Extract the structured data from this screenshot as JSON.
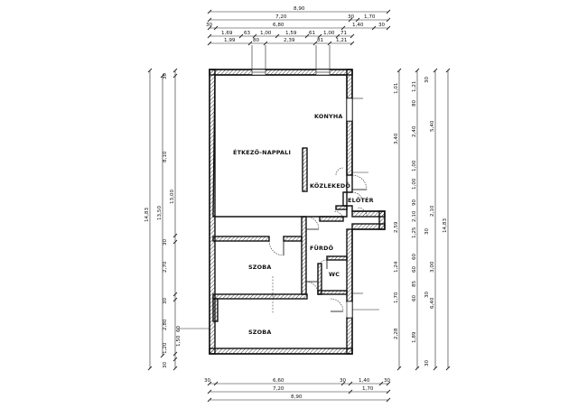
{
  "rooms": {
    "etkezo": "ÉTKEZŐ-NAPPALI",
    "konyha": "KONYHA",
    "kozlekedo": "KÖZLEKEDŐ",
    "eloter": "ELŐTÉR",
    "furdo": "FÜRDŐ",
    "wc": "WC",
    "szoba1": "SZOBA",
    "szoba2": "SZOBA"
  },
  "dims_top": {
    "row1": [
      "8,90"
    ],
    "row2": [
      "7,20",
      "30",
      "1,70"
    ],
    "row3": [
      "30",
      "6,80",
      "1,40",
      "30"
    ],
    "row4": [
      "1,69",
      "63",
      "1,00",
      "1,59",
      "61",
      "1,00",
      "71"
    ],
    "row5": [
      "1,99",
      "80",
      "2,39",
      "81",
      "1,21"
    ]
  },
  "dims_bottom": {
    "row1": [
      "30",
      "6,60",
      "30",
      "1,40",
      "30"
    ],
    "row2": [
      "7,20",
      "1,70"
    ],
    "row3": [
      "8,90"
    ]
  },
  "dims_left": {
    "outer": [
      "14,83"
    ],
    "mid": [
      "13,50"
    ],
    "inner": [
      "30",
      "8,10",
      "13,00",
      "30",
      "2,70",
      "30",
      "2,80",
      "1,20",
      "1,50",
      "60",
      "30"
    ]
  },
  "dims_right": {
    "col1": [
      "1,01",
      "1,21",
      "80",
      "3,40",
      "2,40",
      "1,00",
      "1,00",
      "90",
      "2,10",
      "2,59",
      "1,25",
      "1,24",
      "60",
      "60",
      "85",
      "60",
      "1,70",
      "2,28",
      "1,89"
    ],
    "col2": [
      "5,40",
      "2,10",
      "3,00",
      "6,40"
    ],
    "col3": [
      "14,83"
    ],
    "col_small": [
      "30",
      "30",
      "30",
      "30"
    ]
  }
}
